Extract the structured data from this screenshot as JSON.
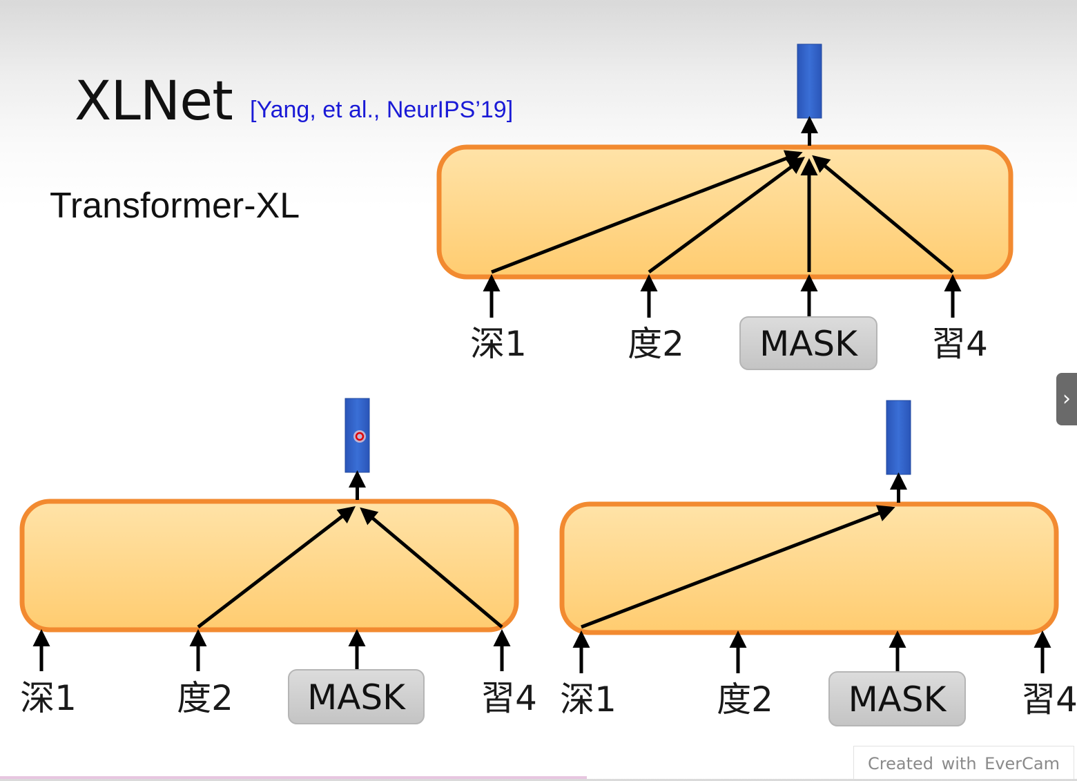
{
  "slide": {
    "title": "XLNet",
    "citation": "[Yang, et al., NeurIPS’19]",
    "subtitle": "Transformer-XL"
  },
  "colors": {
    "box_fill_top": "#ffe3a8",
    "box_fill_bottom": "#ffcc70",
    "box_stroke": "#f28a30",
    "output_vector": "#2f5fc4",
    "mask_fill": "#cfcfcf",
    "arrow": "#000000"
  },
  "diagrams": [
    {
      "id": "top",
      "tokens": [
        "深1",
        "度2",
        "MASK",
        "習4"
      ],
      "attends_from": [
        0,
        1,
        2,
        3
      ]
    },
    {
      "id": "bottom-left",
      "tokens": [
        "深1",
        "度2",
        "MASK",
        "習4"
      ],
      "attends_from": [
        1,
        3
      ]
    },
    {
      "id": "bottom-right",
      "tokens": [
        "深1",
        "度2",
        "MASK",
        "習4"
      ],
      "attends_from": [
        0
      ]
    }
  ],
  "controls": {
    "next_icon": "chevron-right-icon",
    "next_glyph": "›"
  },
  "watermark": "Created with EverCam"
}
